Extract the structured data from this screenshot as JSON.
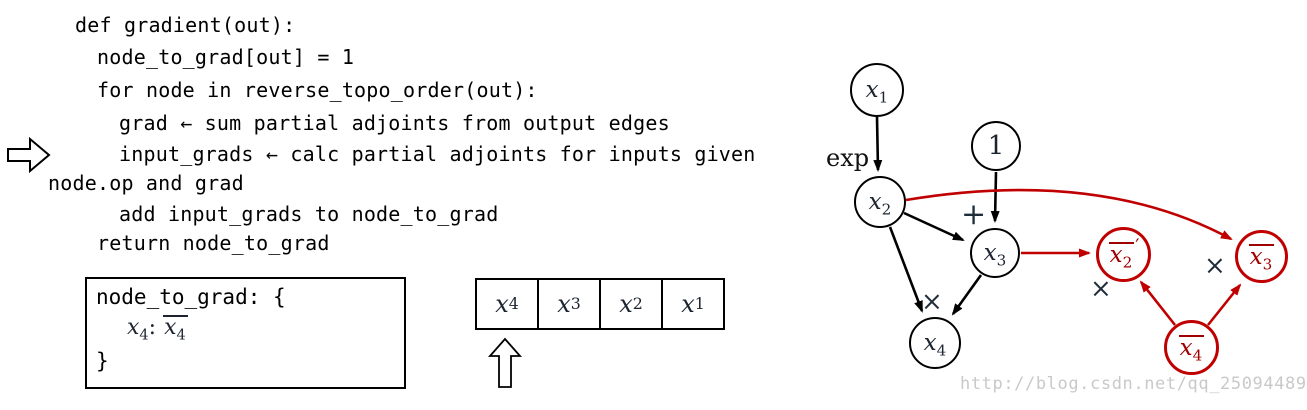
{
  "code": {
    "lines": [
      "def gradient(out):",
      "node_to_grad[out] = 1",
      "for node in reverse_topo_order(out):",
      "grad ← sum partial adjoints from output edges",
      "input_grads ← calc partial adjoints for inputs given",
      "node.op and grad",
      "add input_grads to node_to_grad",
      "return node_to_grad"
    ]
  },
  "memo_box": {
    "header": "node_to_grad: {",
    "entry": {
      "key_base": "x",
      "key_sub": "4",
      "colon": ":",
      "val_base": "x",
      "val_sub": "4"
    },
    "footer": "}"
  },
  "stack": {
    "cells": [
      {
        "base": "x",
        "sub": "4"
      },
      {
        "base": "x",
        "sub": "3"
      },
      {
        "base": "x",
        "sub": "2"
      },
      {
        "base": "x",
        "sub": "1"
      }
    ]
  },
  "graph": {
    "nodes": {
      "x1": {
        "base": "x",
        "sub": "1"
      },
      "one": {
        "label": "1"
      },
      "x2": {
        "base": "x",
        "sub": "2"
      },
      "x3": {
        "base": "x",
        "sub": "3"
      },
      "x4": {
        "base": "x",
        "sub": "4"
      },
      "x2bar_prime": {
        "base": "x",
        "sub": "2",
        "prime": "′"
      },
      "x3bar": {
        "base": "x",
        "sub": "3"
      },
      "x4bar": {
        "base": "x",
        "sub": "4"
      }
    },
    "edge_labels": {
      "exp": "exp",
      "plus": "+",
      "times_black": "×",
      "times_red_left": "×",
      "times_red_right": "×"
    }
  },
  "watermark": "http://blog.csdn.net/qq_25094489",
  "colors": {
    "edge_black": "#000000",
    "edge_red": "#c00000",
    "red_node_text": "#a00000",
    "math_text": "#1c2430",
    "watermark_gray": "#c9c9c9"
  }
}
